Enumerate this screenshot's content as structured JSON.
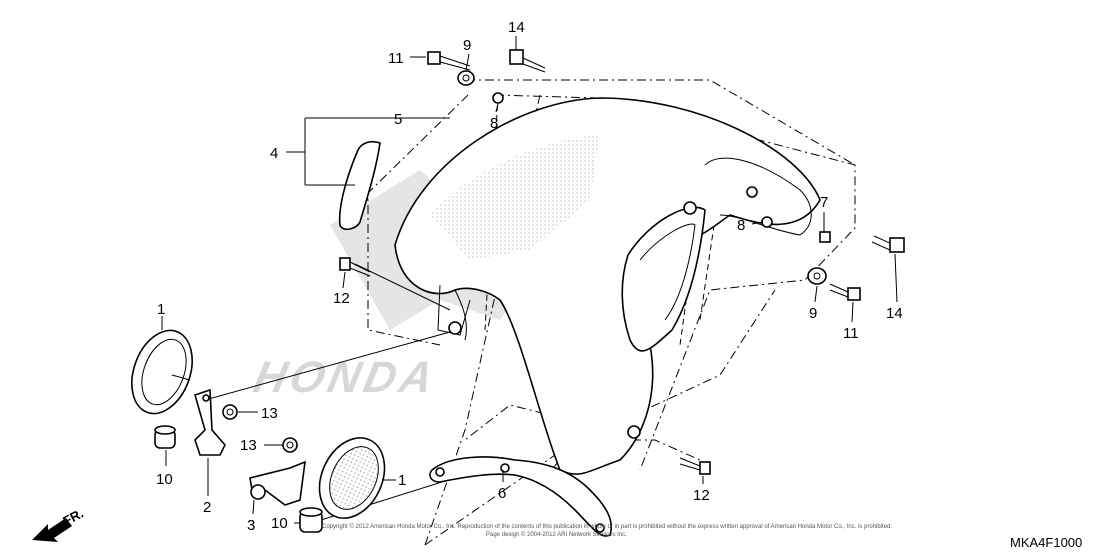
{
  "callouts": {
    "c1a": "1",
    "c1b": "1",
    "c2": "2",
    "c3": "3",
    "c4": "4",
    "c5": "5",
    "c6": "6",
    "c7": "7",
    "c8a": "8",
    "c8b": "8",
    "c9a": "9",
    "c9b": "9",
    "c10a": "10",
    "c10b": "10",
    "c11a": "11",
    "c11b": "11",
    "c12a": "12",
    "c12b": "12",
    "c13a": "13",
    "c13b": "13",
    "c14a": "14",
    "c14b": "14"
  },
  "direction_label": "FR.",
  "diagram_code": "MKA4F1000",
  "watermark": "HONDA",
  "copyright_line1": "Copyright © 2012 American Honda Motor Co., Inc. Reproduction of the contents of this publication in whole or in part is prohibited without the express written approval of American Honda Motor Co., Inc. is prohibited.",
  "copyright_line2": "Page design © 2004-2012 ARI Network Services Inc."
}
